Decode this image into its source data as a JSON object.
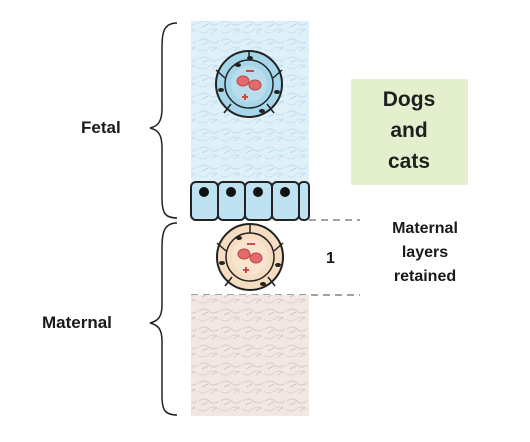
{
  "labels": {
    "fetal": "Fetal",
    "maternal": "Maternal",
    "layers_count": "1",
    "retained": [
      "Maternal",
      "layers",
      "retained"
    ]
  },
  "species_box": {
    "lines": [
      "Dogs",
      "and",
      "cats"
    ],
    "background": "#e4f0cd"
  },
  "colors": {
    "fetal_tissue": "#dff0f8",
    "fetal_epithelium": "#bfe2f2",
    "maternal_tissue": "#f2e8e2",
    "maternal_cell": "#f6dcc0",
    "nucleus": "#e36b6b",
    "outline": "#222222"
  }
}
